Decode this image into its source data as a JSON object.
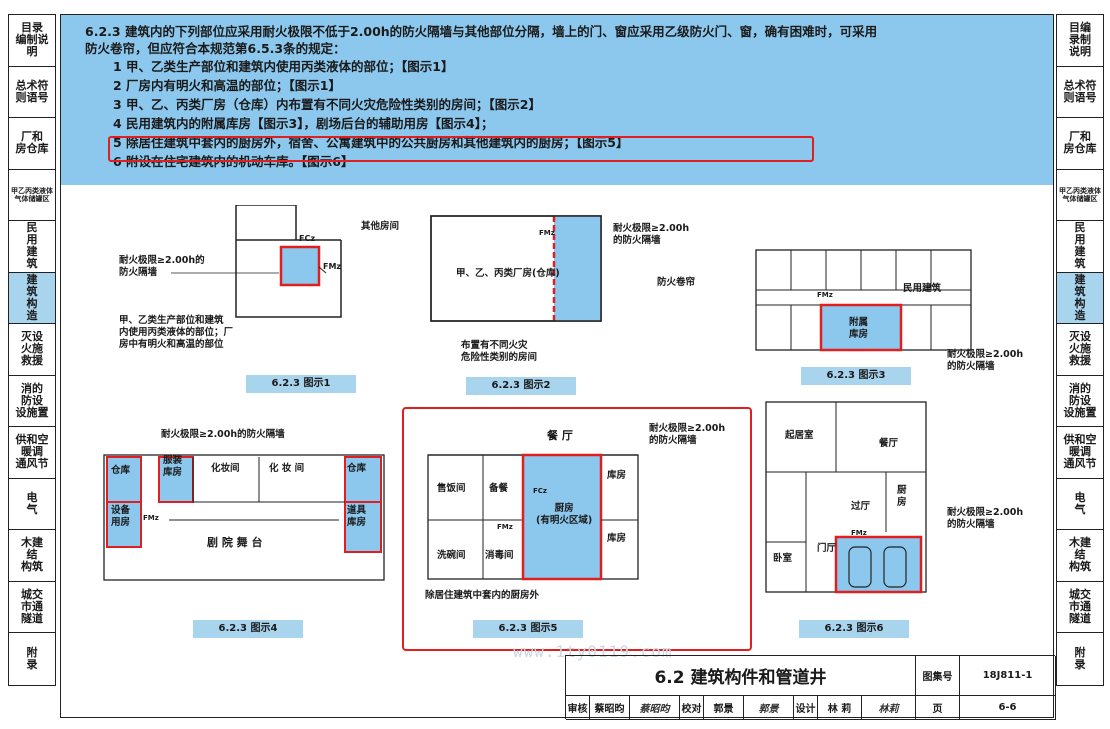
{
  "left_tabs": [
    {
      "label": "目录\n编制说明"
    },
    {
      "label": "总术符\n则语号"
    },
    {
      "label": "厂和\n房仓库"
    },
    {
      "label": "甲乙丙类液体气体储罐区",
      "small": true
    },
    {
      "label": "民\n用\n建\n筑"
    },
    {
      "label": "建\n筑\n构\n造",
      "active": true
    },
    {
      "label": "灭设\n火施\n救援"
    },
    {
      "label": "消的\n防设\n设施置"
    },
    {
      "label": "供和空\n暖调\n通风节"
    },
    {
      "label": "电\n气"
    },
    {
      "label": "木建\n结\n构筑"
    },
    {
      "label": "城交\n市通\n隧道"
    },
    {
      "label": "附\n录"
    }
  ],
  "right_tabs": [
    {
      "label": "目编\n录制\n说明"
    },
    {
      "label": "总术符\n则语号"
    },
    {
      "label": "厂和\n房仓库"
    },
    {
      "label": "甲乙丙类液体气体储罐区",
      "small": true
    },
    {
      "label": "民\n用\n建\n筑"
    },
    {
      "label": "建\n筑\n构\n造",
      "active": true
    },
    {
      "label": "灭设\n火施\n救援"
    },
    {
      "label": "消的\n防设\n设施置"
    },
    {
      "label": "供和空\n暖调\n通风节"
    },
    {
      "label": "电\n气"
    },
    {
      "label": "木建\n结\n构筑"
    },
    {
      "label": "城交\n市通\n隧道"
    },
    {
      "label": "附\n录"
    }
  ],
  "clause": {
    "line1": "6.2.3   建筑内的下列部位应采用耐火极限不低于2.00h的防火隔墙与其他部位分隔，墙上的门、窗应采用乙级防火门、窗，确有困难时，可采用",
    "line2": "防火卷帘，但应符合本规范第6.5.3条的规定：",
    "items": [
      "1   甲、乙类生产部位和建筑内使用丙类液体的部位；【图示1】",
      "2   厂房内有明火和高温的部位；【图示1】",
      "3   甲、乙、丙类厂房（仓库）内布置有不同火灾危险性类别的房间；【图示2】",
      "4   民用建筑内的附属库房【图示3】，剧场后台的辅助用房【图示4】；",
      "5   除居住建筑中套内的厨房外，宿舍、公寓建筑中的公共厨房和其他建筑内的厨房；【图示5】",
      "6   附设在住宅建筑内的机动车库。【图示6】"
    ]
  },
  "fig1": {
    "caption": "6.2.3 图示1",
    "other_room": "其他房间",
    "fire_wall": "耐火极限≥2.00h的\n防火隔墙",
    "fc": "FCz",
    "fm": "FMz",
    "desc": "甲、乙类生产部位和建筑\n内使用丙类液体的部位；厂\n房中有明火和高温的部位"
  },
  "fig2": {
    "caption": "6.2.3 图示2",
    "factory": "甲、乙、丙类厂房(仓库)",
    "fire_wall": "耐火极限≥2.00h\n的防火隔墙",
    "shutter": "防火卷帘",
    "rooms": "布置有不同火灾\n危险性类别的房间",
    "fm": "FMz"
  },
  "fig3": {
    "caption": "6.2.3 图示3",
    "civil": "民用建筑",
    "storage": "附属\n库房",
    "fire_wall": "耐火极限≥2.00h\n的防火隔墙",
    "fm": "FMz"
  },
  "fig4": {
    "caption": "6.2.3 图示4",
    "fire_wall": "耐火极限≥2.00h的防火隔墙",
    "warehouse": "仓库",
    "equip": "设备\n用房",
    "costume": "服装\n库房",
    "makeup": "化妆间",
    "makeup2": "化 妆 间",
    "props": "道具\n库房",
    "stage": "剧 院 舞 台",
    "fm": "FMz"
  },
  "fig5": {
    "caption": "6.2.3 图示5",
    "dining": "餐 厅",
    "fire_wall": "耐火极限≥2.00h\n的防火隔墙",
    "ticket": "售饭间",
    "prep": "备餐",
    "kitchen": "厨房\n(有明火区域)",
    "storage": "库房",
    "wash": "洗碗间",
    "disinfect": "消毒间",
    "note": "除居住建筑中套内的厨房外",
    "fc": "FCz",
    "fm": "FMz"
  },
  "fig6": {
    "caption": "6.2.3 图示6",
    "living": "起居室",
    "dining": "餐厅",
    "hall": "过厅",
    "kitchen": "厨\n房",
    "bedroom": "卧室",
    "door_hall": "门厅",
    "fire_wall": "耐火极限≥2.00h\n的防火隔墙",
    "fm": "FMz"
  },
  "title_block": {
    "title": "6.2  建筑构件和管道井",
    "atlas_label": "图集号",
    "atlas_no": "18J811-1",
    "review": "审核",
    "reviewer": "蔡昭昀",
    "reviewer_sign": "蔡昭昀",
    "check": "校对",
    "checker": "郭景",
    "checker_sign": "郭景",
    "design": "设计",
    "designer": "林  莉",
    "designer_sign": "林莉",
    "page_label": "页",
    "page_no": "6-6"
  },
  "watermark": "www.1ty0119.com",
  "colors": {
    "blue_panel": "#8cc8ee",
    "tab_active": "#a9d4ee",
    "highlight": "#e02020",
    "room_fill": "#8cc8ee",
    "wall_red": "#e02020"
  }
}
